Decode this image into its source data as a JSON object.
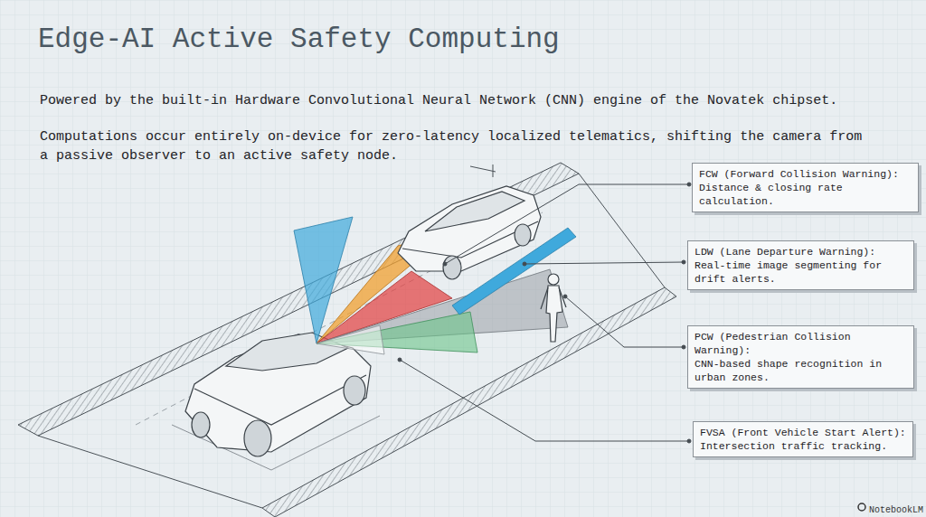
{
  "diagram": {
    "title": "Edge-AI Active Safety Computing",
    "nodes": [
      {
        "text": [
          "FCW (Forward Collision Warning):",
          "Distance & closing rate calculation."
        ]
      },
      {
        "text": [
          "LDW (Lane Departure Warning):",
          "Real-time image segmenting for drift alerts."
        ]
      },
      {
        "text": [
          "PCW (Pedestrian Collision Warning):",
          "CNN-based shape recognition in urban zones."
        ]
      },
      {
        "text": [
          "FVSA (Front Vehicle Start Alert):",
          "Intersection traffic tracking."
        ]
      }
    ],
    "labels": [
      "Powered by the built-in Hardware Convolutional Neural Network (CNN) engine of the Novatek chipset.",
      "Computations occur entirely on-device for zero-latency localized telematics, shifting the camera from a passive observer to an active safety node.",
      "NotebookLM"
    ]
  }
}
